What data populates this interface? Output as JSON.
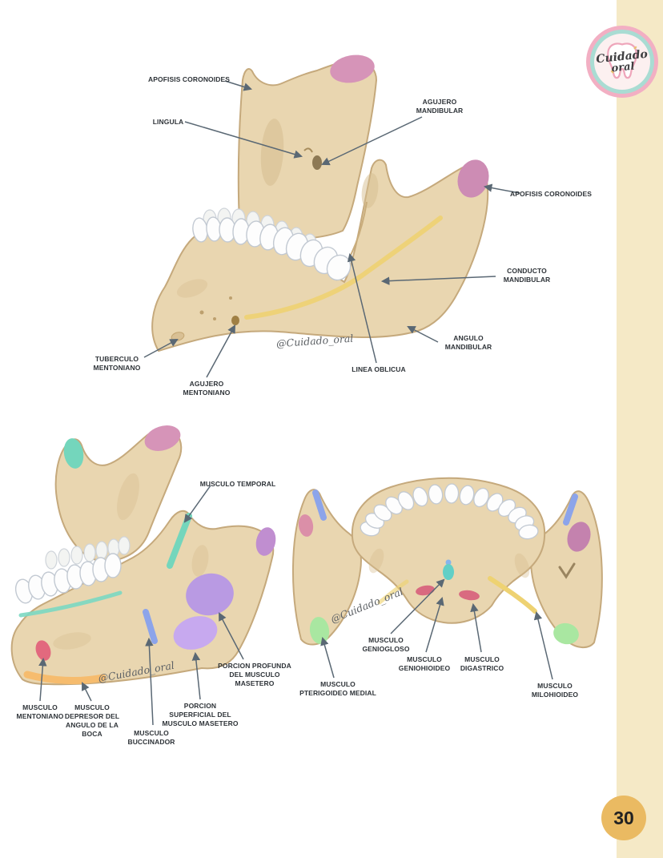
{
  "page": {
    "number": "30",
    "watermark": "@Cuidado_oral",
    "background": "#ffffff",
    "side_strip_color": "#f5e9c6"
  },
  "logo": {
    "title_line1": "Cuidado",
    "title_line2": "oral"
  },
  "colors": {
    "bone": "#e9d6b0",
    "bone_stroke": "#c5a97c",
    "highlight_pink": "#d694b8",
    "highlight_teal": "#74d6bc",
    "highlight_purple_deep": "#b99ae3",
    "highlight_purple_light": "#c7a9ef",
    "highlight_blue": "#8ca4ea",
    "highlight_yellow": "#eed272",
    "highlight_orange": "#f6bc6e",
    "highlight_red": "#e2697e",
    "highlight_green": "#a9e7a1",
    "arrow": "#5a6874",
    "label_text": "#2e3338",
    "page_circle": "#eaba62"
  },
  "diagram_top": {
    "name": "mandibula-vista-medial",
    "labels": {
      "apofisis_coronoides_izq": "APOFISIS CORONOIDES",
      "agujero_mandibular": "AGUJERO\nMANDIBULAR",
      "lingula": "LINGULA",
      "apofisis_coronoides_der": "APOFISIS CORONOIDES",
      "conducto_mandibular": "CONDUCTO\nMANDIBULAR",
      "angulo_mandibular": "ANGULO\nMANDIBULAR",
      "linea_oblicua": "LINEA OBLICUA",
      "agujero_mentoniano": "AGUJERO\nMENTONIANO",
      "tuberculo_mentoniano": "TUBERCULO\nMENTONIANO"
    }
  },
  "diagram_lateral": {
    "name": "mandibula-musculos-vista-lateral",
    "labels": {
      "musculo_temporal": "MUSCULO TEMPORAL",
      "porcion_profunda_masetero": "PORCION PROFUNDA\nDEL MUSCULO\nMASETERO",
      "porcion_superficial_masetero": "PORCION\nSUPERFICIAL DEL\nMUSCULO MASETERO",
      "musculo_buccinador": "MUSCULO\nBUCCINADOR",
      "musculo_depresor": "MUSCULO\nDEPRESOR DEL\nANGULO DE LA\nBOCA",
      "musculo_mentoniano": "MUSCULO\nMENTONIANO"
    }
  },
  "diagram_superior": {
    "name": "mandibula-musculos-vista-superior",
    "labels": {
      "musculo_genioglosso": "MUSCULO\nGENIOGLOSO",
      "musculo_geniohioideo": "MUSCULO\nGENIOHIOIDEO",
      "musculo_digastrico": "MUSCULO\nDIGASTRICO",
      "musculo_pterigoideo_medial": "MUSCULO\nPTERIGOIDEO MEDIAL",
      "musculo_milohioideo": "MUSCULO\nMILOHIOIDEO"
    }
  }
}
